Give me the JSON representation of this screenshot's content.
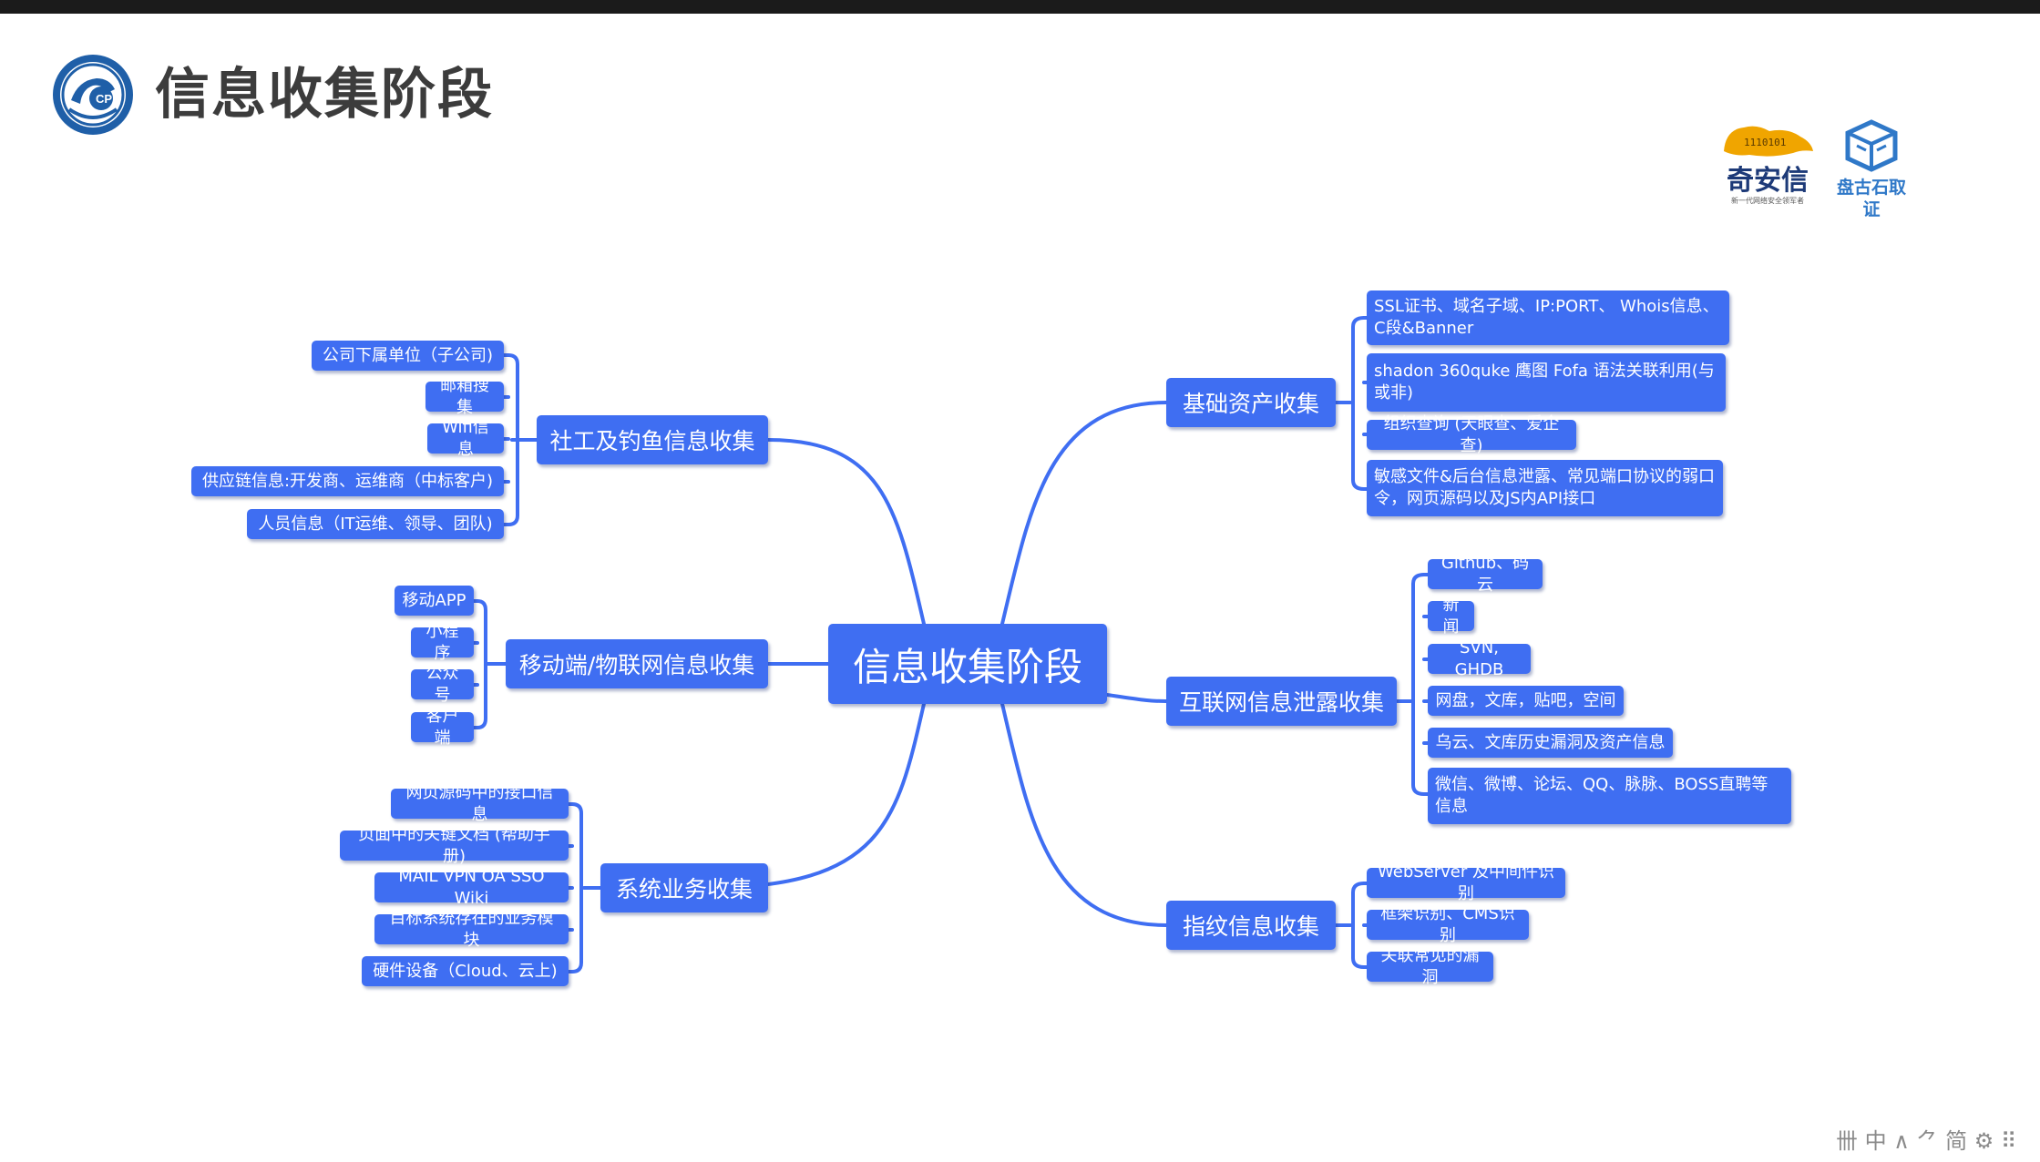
{
  "page": {
    "title": "信息收集阶段"
  },
  "brands": [
    {
      "name": "奇安信",
      "tagline": "新一代网络安全领军者",
      "color": "#f0a500"
    },
    {
      "name": "盘古石取证",
      "tagline": "",
      "color": "#2f78c8"
    }
  ],
  "colors": {
    "node": "#3f6ef2",
    "line": "#3f6ef2",
    "title": "#3c3c3c"
  },
  "mindmap": {
    "root": "信息收集阶段",
    "left": [
      {
        "label": "社工及钓鱼信息收集",
        "items": [
          "公司下属单位（子公司)",
          "邮箱搜集",
          "Wifi信息",
          "供应链信息:开发商、运维商（中标客户)",
          "人员信息（IT运维、领导、团队)"
        ]
      },
      {
        "label": "移动端/物联网信息收集",
        "items": [
          "移动APP",
          "小程序",
          "公众号",
          "客户端"
        ]
      },
      {
        "label": "系统业务收集",
        "items": [
          "网页源码中的接口信息",
          "页面中的关键文档 (帮助手册)",
          "MAIL VPN OA SSO Wiki",
          "目标系统存在的业务模块",
          "硬件设备（Cloud、云上)"
        ]
      }
    ],
    "right": [
      {
        "label": "基础资产收集",
        "items": [
          "SSL证书、域名子域、IP:PORT、 Whois信息、C段&Banner",
          "shadon 360quke 鹰图 Fofa 语法关联利用(与或非)",
          "组织查询 (天眼查、爱企查)",
          "敏感文件&后台信息泄露、常见端口协议的弱口令，网页源码以及JS内API接口"
        ]
      },
      {
        "label": "互联网信息泄露收集",
        "items": [
          "Github、码云",
          "新闻",
          "SVN, GHDB",
          "网盘，文库，贴吧，空间",
          "乌云、文库历史漏洞及资产信息",
          "微信、微博、论坛、QQ、脉脉、BOSS直聘等信息"
        ]
      },
      {
        "label": "指纹信息收集",
        "items": [
          "WebServer 及中间件识别",
          "框架识别、CMS识别",
          "关联常见的漏洞"
        ]
      }
    ]
  },
  "watermark": "卌 中 ∧ ⺈ 简 ⚙ ⠿"
}
